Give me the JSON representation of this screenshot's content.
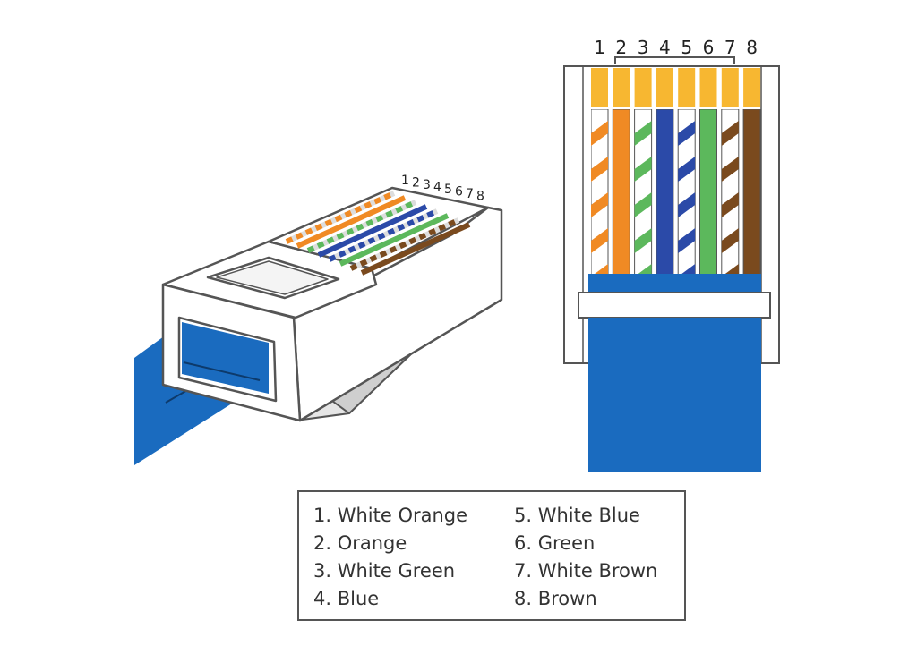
{
  "colors": {
    "outline": "#555555",
    "cable_blue": "#1a6bbf",
    "gold": "#f7b731",
    "white": "#ffffff",
    "orange": "#f08a24",
    "green": "#5cb85c",
    "blue": "#2b4aa8",
    "brown": "#7a4a1e"
  },
  "pins": [
    {
      "number": "1",
      "color": "orange",
      "striped": true
    },
    {
      "number": "2",
      "color": "orange",
      "striped": false
    },
    {
      "number": "3",
      "color": "green",
      "striped": true
    },
    {
      "number": "4",
      "color": "blue",
      "striped": false
    },
    {
      "number": "5",
      "color": "blue",
      "striped": true
    },
    {
      "number": "6",
      "color": "green",
      "striped": false
    },
    {
      "number": "7",
      "color": "brown",
      "striped": true
    },
    {
      "number": "8",
      "color": "brown",
      "striped": false
    }
  ],
  "legend": {
    "items": [
      "1. White Orange",
      "2. Orange",
      "3. White Green",
      "4. Blue",
      "5. White Blue",
      "6. Green",
      "7. White Brown",
      "8. Brown"
    ]
  }
}
